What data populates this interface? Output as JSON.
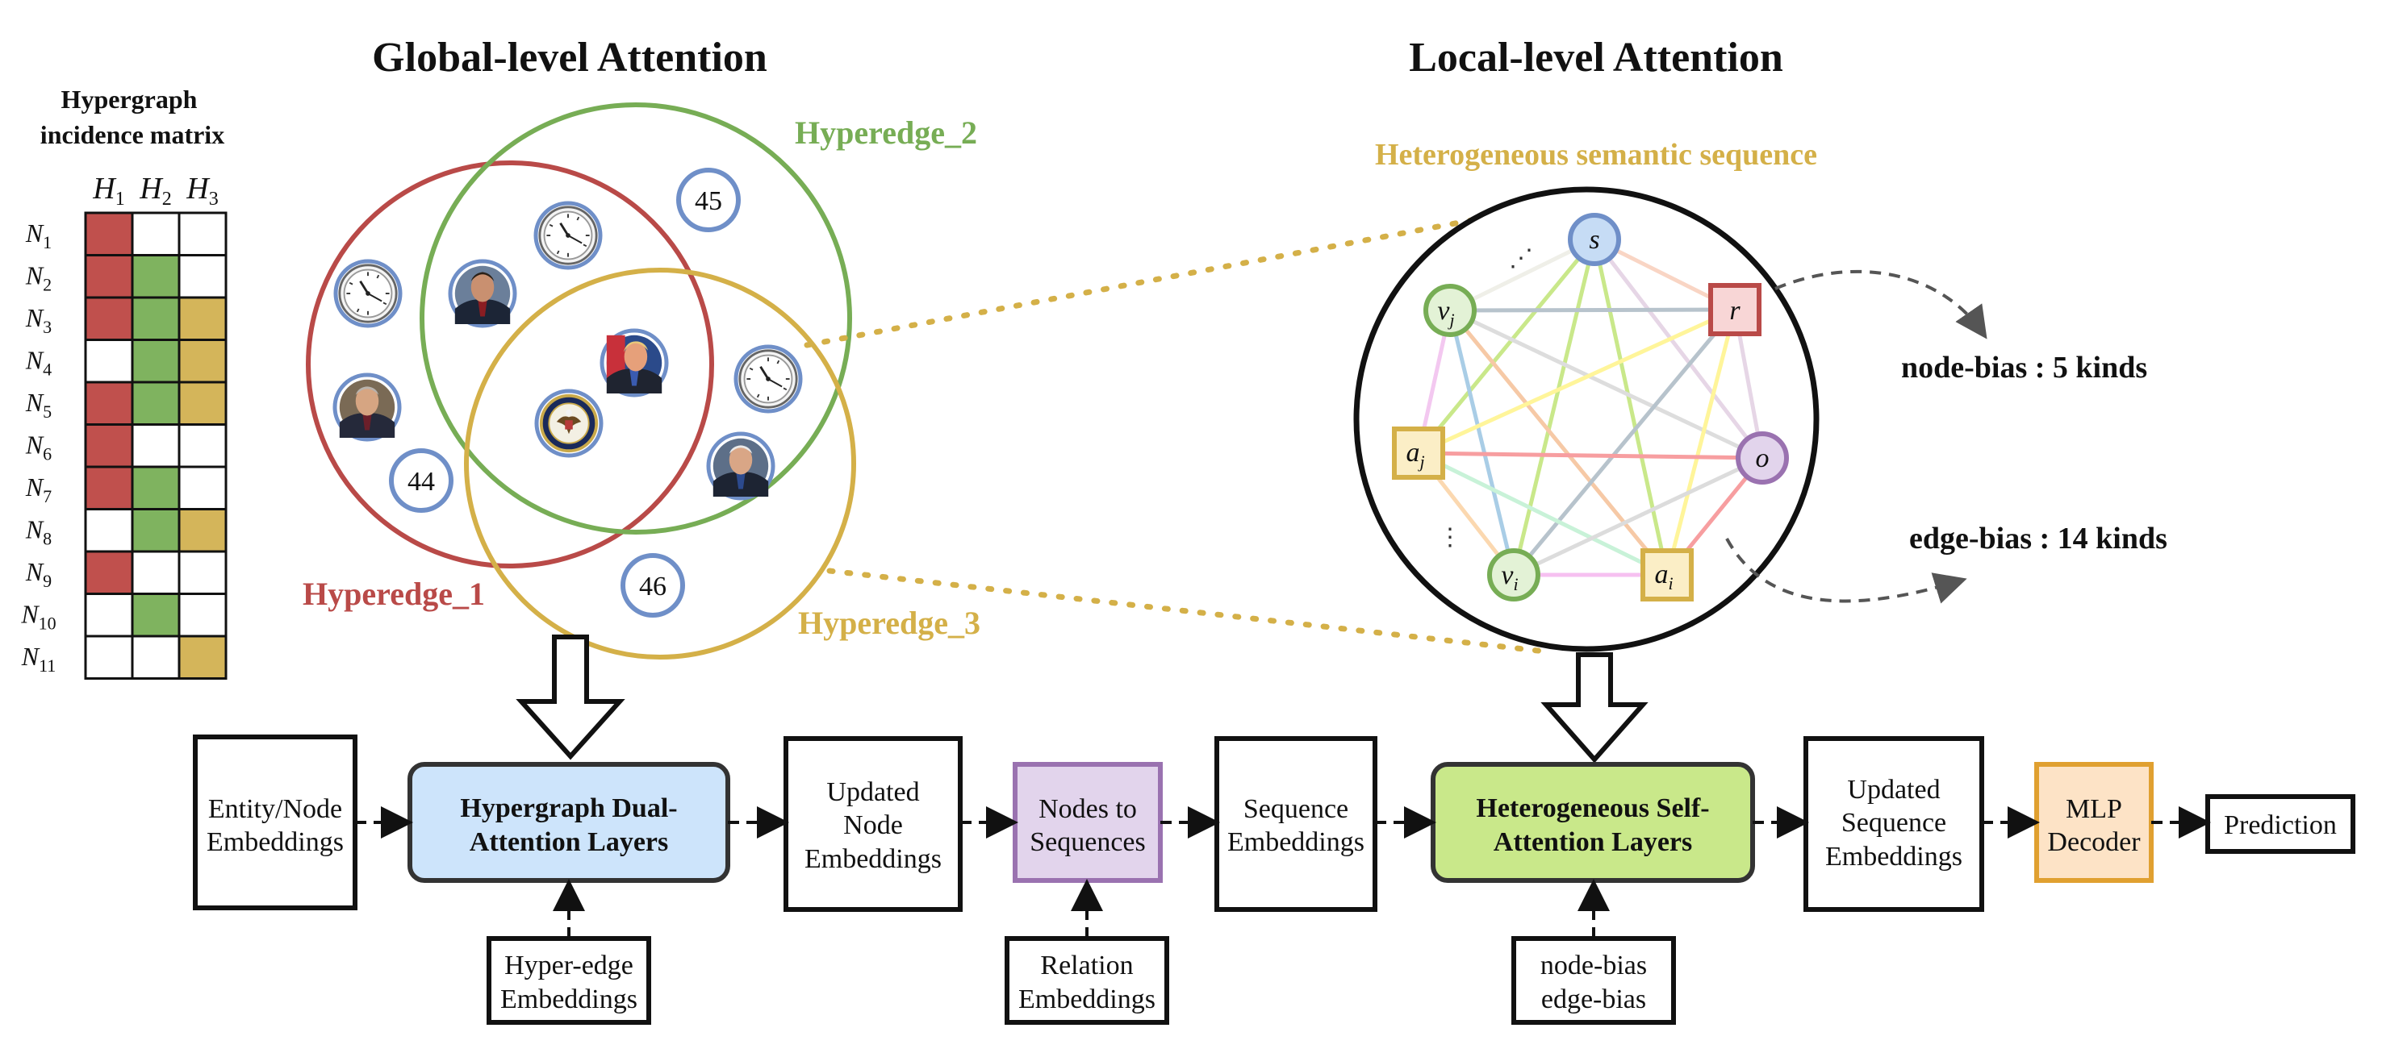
{
  "titles": {
    "global": "Global-level Attention",
    "local": "Local-level Attention"
  },
  "matrix": {
    "title_line1": "Hypergraph",
    "title_line2": "incidence matrix",
    "col_base": "H",
    "col_subs": [
      "1",
      "2",
      "3"
    ],
    "row_base": "N",
    "row_subs": [
      "1",
      "2",
      "3",
      "4",
      "5",
      "6",
      "7",
      "8",
      "9",
      "10",
      "11"
    ],
    "membership": [
      [
        1,
        0,
        0
      ],
      [
        1,
        1,
        0
      ],
      [
        1,
        1,
        1
      ],
      [
        0,
        1,
        1
      ],
      [
        1,
        1,
        1
      ],
      [
        1,
        0,
        0
      ],
      [
        1,
        1,
        0
      ],
      [
        0,
        1,
        1
      ],
      [
        1,
        0,
        0
      ],
      [
        0,
        1,
        0
      ],
      [
        0,
        0,
        1
      ]
    ],
    "colors": [
      "#c0504d",
      "#7fb35f",
      "#d4b55a"
    ]
  },
  "hyperedges": {
    "h1": {
      "label": "Hyperedge_1",
      "color": "#b94a48"
    },
    "h2": {
      "label": "Hyperedge_2",
      "color": "#77ad55"
    },
    "h3": {
      "label": "Hyperedge_3",
      "color": "#d4b048"
    }
  },
  "numbers": {
    "n44": "44",
    "n45": "45",
    "n46": "46"
  },
  "local": {
    "sequence_label": "Heterogeneous semantic sequence",
    "sequence_color": "#d4b048",
    "nodes": {
      "s": "s",
      "r": "r",
      "o": "o",
      "vj_base": "v",
      "vj_sub": "j",
      "aj_base": "a",
      "aj_sub": "j",
      "vi_base": "v",
      "vi_sub": "i",
      "ai_base": "a",
      "ai_sub": "i"
    },
    "ellipsis_top": "⋰",
    "ellipsis_left": "⋮",
    "node_bias": "node-bias : 5 kinds",
    "edge_bias": "edge-bias : 14 kinds"
  },
  "pipeline": {
    "entity_l1": "Entity/Node",
    "entity_l2": "Embeddings",
    "hdal_l1": "Hypergraph Dual-",
    "hdal_l2": "Attention Layers",
    "updated_node_l1": "Updated",
    "updated_node_l2": "Node",
    "updated_node_l3": "Embeddings",
    "n2s_l1": "Nodes to",
    "n2s_l2": "Sequences",
    "seq_l1": "Sequence",
    "seq_l2": "Embeddings",
    "hsal_l1": "Heterogeneous Self-",
    "hsal_l2": "Attention Layers",
    "updated_seq_l1": "Updated",
    "updated_seq_l2": "Sequence",
    "updated_seq_l3": "Embeddings",
    "mlp_l1": "MLP",
    "mlp_l2": "Decoder",
    "prediction": "Prediction",
    "hyperedge_l1": "Hyper-edge",
    "hyperedge_l2": "Embeddings",
    "relation_l1": "Relation",
    "relation_l2": "Embeddings",
    "bias_l1": "node-bias",
    "bias_l2": "edge-bias"
  },
  "colors": {
    "hdal_fill": "#cde4fb",
    "n2s_fill": "#e2d4ec",
    "n2s_stroke": "#9a72b0",
    "hsal_fill": "#c9e88a",
    "mlp_fill": "#fde3c6",
    "mlp_stroke": "#e0a030"
  },
  "icons": [
    "clock-icon",
    "person-photo-icon",
    "presidential-seal-icon"
  ]
}
